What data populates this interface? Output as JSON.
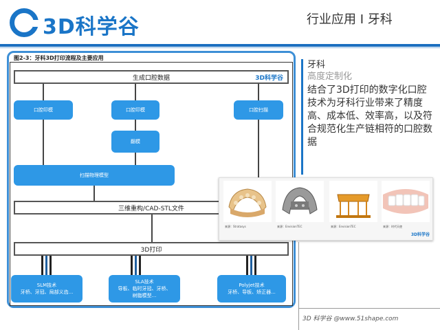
{
  "header": {
    "logo_text": "3D科学谷",
    "title": "行业应用 I 牙科",
    "colors": {
      "brand": "#1a75c7",
      "node": "#2e98e6",
      "frame": "#3d8fd6"
    }
  },
  "diagram": {
    "figure_title": "图2-3：牙科3D打印流程及主要应用",
    "logo": "3D科学谷",
    "top_bar": "生成口腔数据",
    "col1_node": "口腔印模",
    "col2_node": "口腔印模",
    "col3_node": "口腔扫描",
    "col2_mid_node": "翻模",
    "scan_node": "扫描物理模型",
    "reconstruct_bar": "三维重构/CAD-STL文件",
    "print_bar": "3D打印",
    "outputs": [
      {
        "title": "SLM技术",
        "desc": "牙桥、牙冠、局部义齿..."
      },
      {
        "title": "SLA技术",
        "desc_line1": "导板、临时牙冠、牙桥、",
        "desc_line2": "树脂模型..."
      },
      {
        "title": "Polyjet技术",
        "desc": "牙桥、导板、矫正器..."
      }
    ]
  },
  "panel": {
    "heading": "牙科",
    "subheading": "高度定制化",
    "body": "结合了3D打印的数字化口腔技术为牙科行业带来了精度高、成本低、效率高，以及符合规范化生产链相符的口腔数据"
  },
  "photos": {
    "captions": [
      "来源：Stratasys",
      "来源：EnvisionTEC",
      "来源：EnvisionTEC",
      "来源：时代天使"
    ],
    "logo": "3D科学谷"
  },
  "footer": {
    "text": "3D 科学谷 @www.51shape.com"
  }
}
